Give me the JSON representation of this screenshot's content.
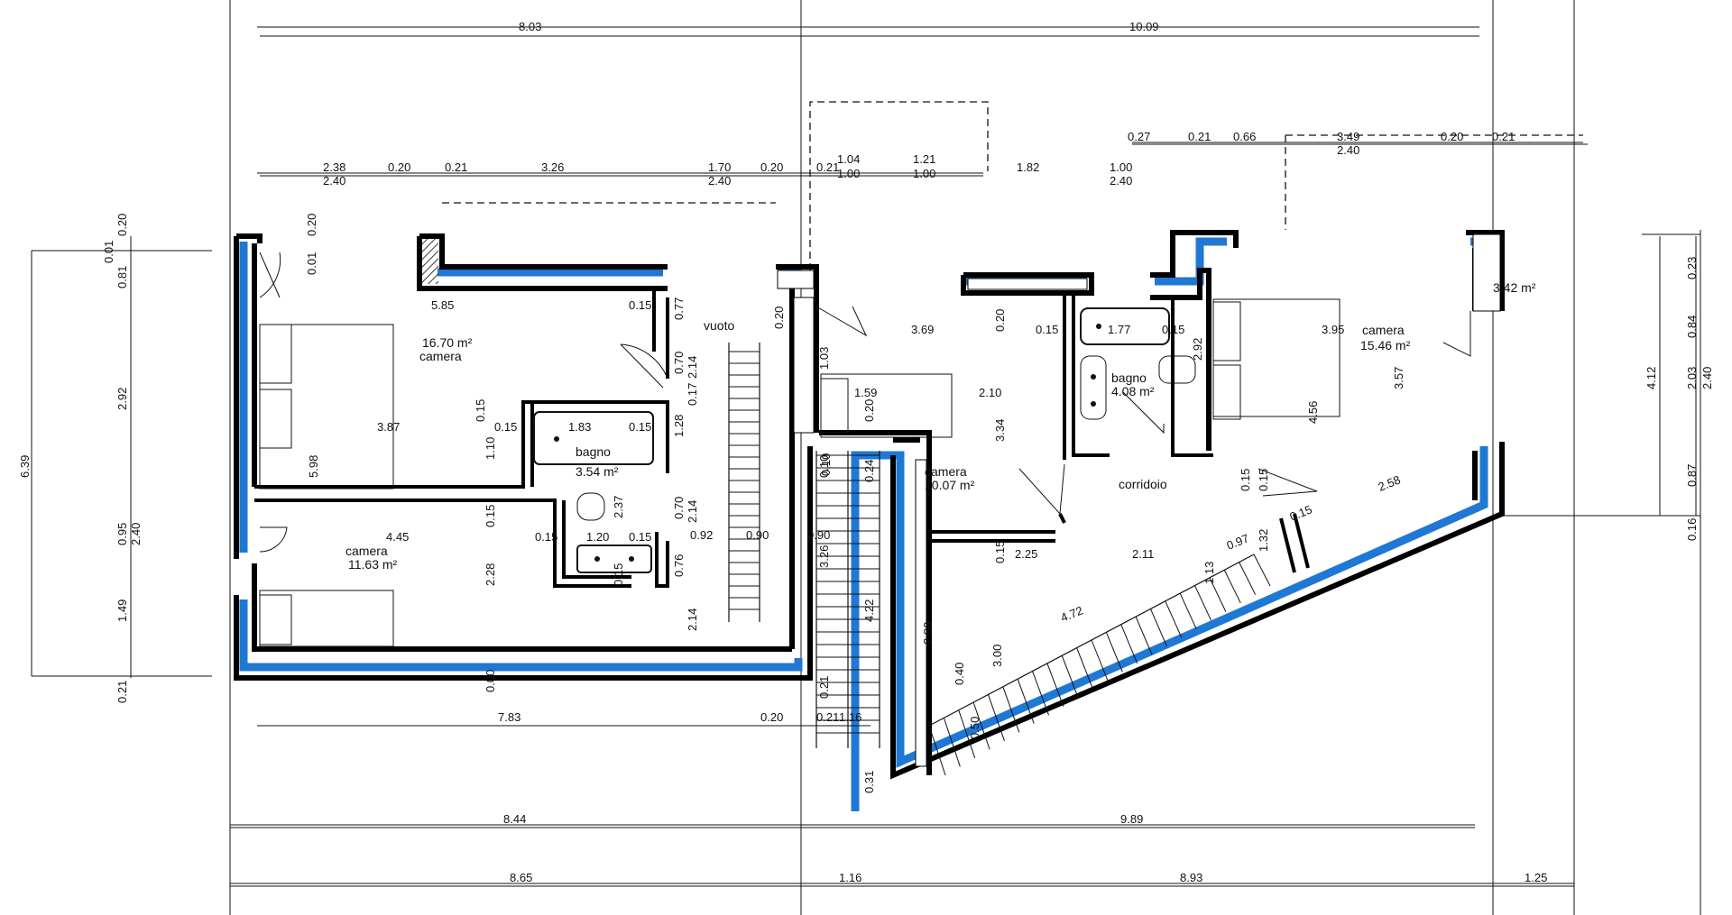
{
  "colors": {
    "insulation": "#1f78d4",
    "wall": "#000000",
    "line": "#111111",
    "background": "#ffffff"
  },
  "rooms": [
    {
      "name": "camera",
      "area": "16.70 m²"
    },
    {
      "name": "camera",
      "area": "11.63 m²"
    },
    {
      "name": "bagno",
      "area": "3.54 m²"
    },
    {
      "name": "vuoto",
      "area": ""
    },
    {
      "name": "camera",
      "area": "10.07 m²"
    },
    {
      "name": "bagno",
      "area": "4.08 m²"
    },
    {
      "name": "corridoio",
      "area": ""
    },
    {
      "name": "camera",
      "area": "15.46 m²"
    },
    {
      "name": "",
      "area": "3.42 m²"
    }
  ],
  "dimensions": {
    "top_overall": [
      "8.03",
      "10.09"
    ],
    "top_row_a": [
      "2.38",
      "0.20",
      "0.21",
      "3.26",
      "1.70",
      "0.20",
      "0.21",
      "1.04",
      "1.21",
      "1.82",
      "1.00",
      "0.27",
      "0.21",
      "0.66",
      "3.49",
      "0.20",
      "0.21"
    ],
    "top_row_b": [
      "2.40",
      "2.40",
      "1.00",
      "1.00",
      "2.40",
      "2.40"
    ],
    "bottom_overall_a": [
      "8.44",
      "9.89"
    ],
    "bottom_overall_b": [
      "8.65",
      "1.16",
      "8.93",
      "1.25"
    ],
    "bottom_inner": [
      "7.83",
      "0.20",
      "0.21",
      "1.16"
    ],
    "left_vertical": [
      "6.39",
      "0.01",
      "0.20",
      "0.81",
      "2.92",
      "0.95",
      "2.40",
      "1.49",
      "0.21"
    ],
    "right_vertical": [
      "4.12",
      "0.23",
      "0.84",
      "2.03",
      "2.40",
      "0.87",
      "0.16"
    ],
    "interior": [
      "5.85",
      "0.15",
      "0.77",
      "0.20",
      "0.01",
      "5.98",
      "3.87",
      "0.15",
      "1.83",
      "0.15",
      "0.15",
      "1.10",
      "1.28",
      "0.17",
      "0.70",
      "2.14",
      "0.70",
      "2.14",
      "4.45",
      "0.15",
      "1.20",
      "0.15",
      "0.15",
      "2.28",
      "0.92",
      "0.90",
      "0.90",
      "2.14",
      "0.76",
      "2.37",
      "0.15",
      "0.00",
      "0.20",
      "1.03",
      "3.69",
      "0.15",
      "1.77",
      "0.15",
      "3.95",
      "0.20",
      "1.59",
      "2.10",
      "3.34",
      "0.20",
      "2.92",
      "4.56",
      "3.57",
      "0.10",
      "0.24",
      "0.15",
      "0.15",
      "1.32",
      "0.97",
      "0.15",
      "2.58",
      "2.25",
      "0.15",
      "2.11",
      "1.13",
      "4.72",
      "3.00",
      "0.40",
      "2.80",
      "4.22",
      "3.26",
      "0.10",
      "0.50",
      "0.21",
      "0.31"
    ]
  }
}
